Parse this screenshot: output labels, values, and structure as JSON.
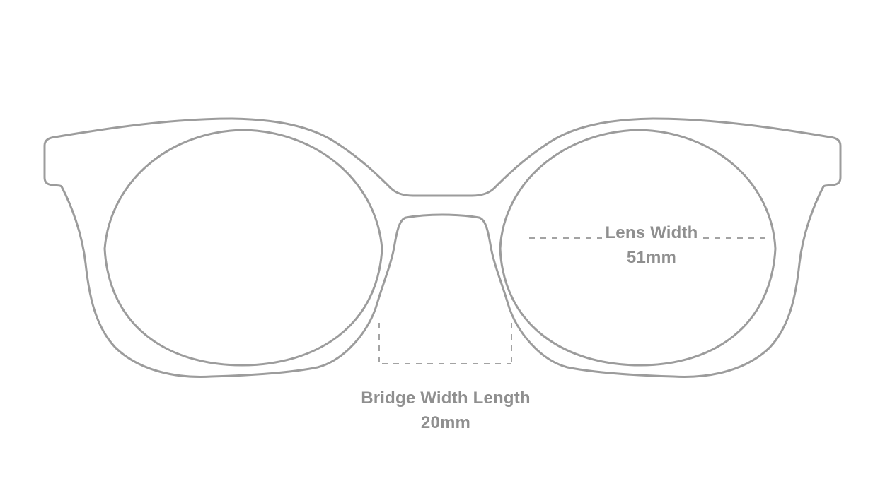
{
  "diagram": {
    "type": "eyeglasses-front-view-measurement-diagram",
    "colors": {
      "frame": "#9c9c9c",
      "dash": "#a3a3a3",
      "text": "#8f8f8f"
    },
    "measurements": {
      "lens_width": {
        "label": "Lens Width",
        "value": "51mm"
      },
      "bridge_width": {
        "label": "Bridge Width Length",
        "value": "20mm"
      }
    }
  }
}
